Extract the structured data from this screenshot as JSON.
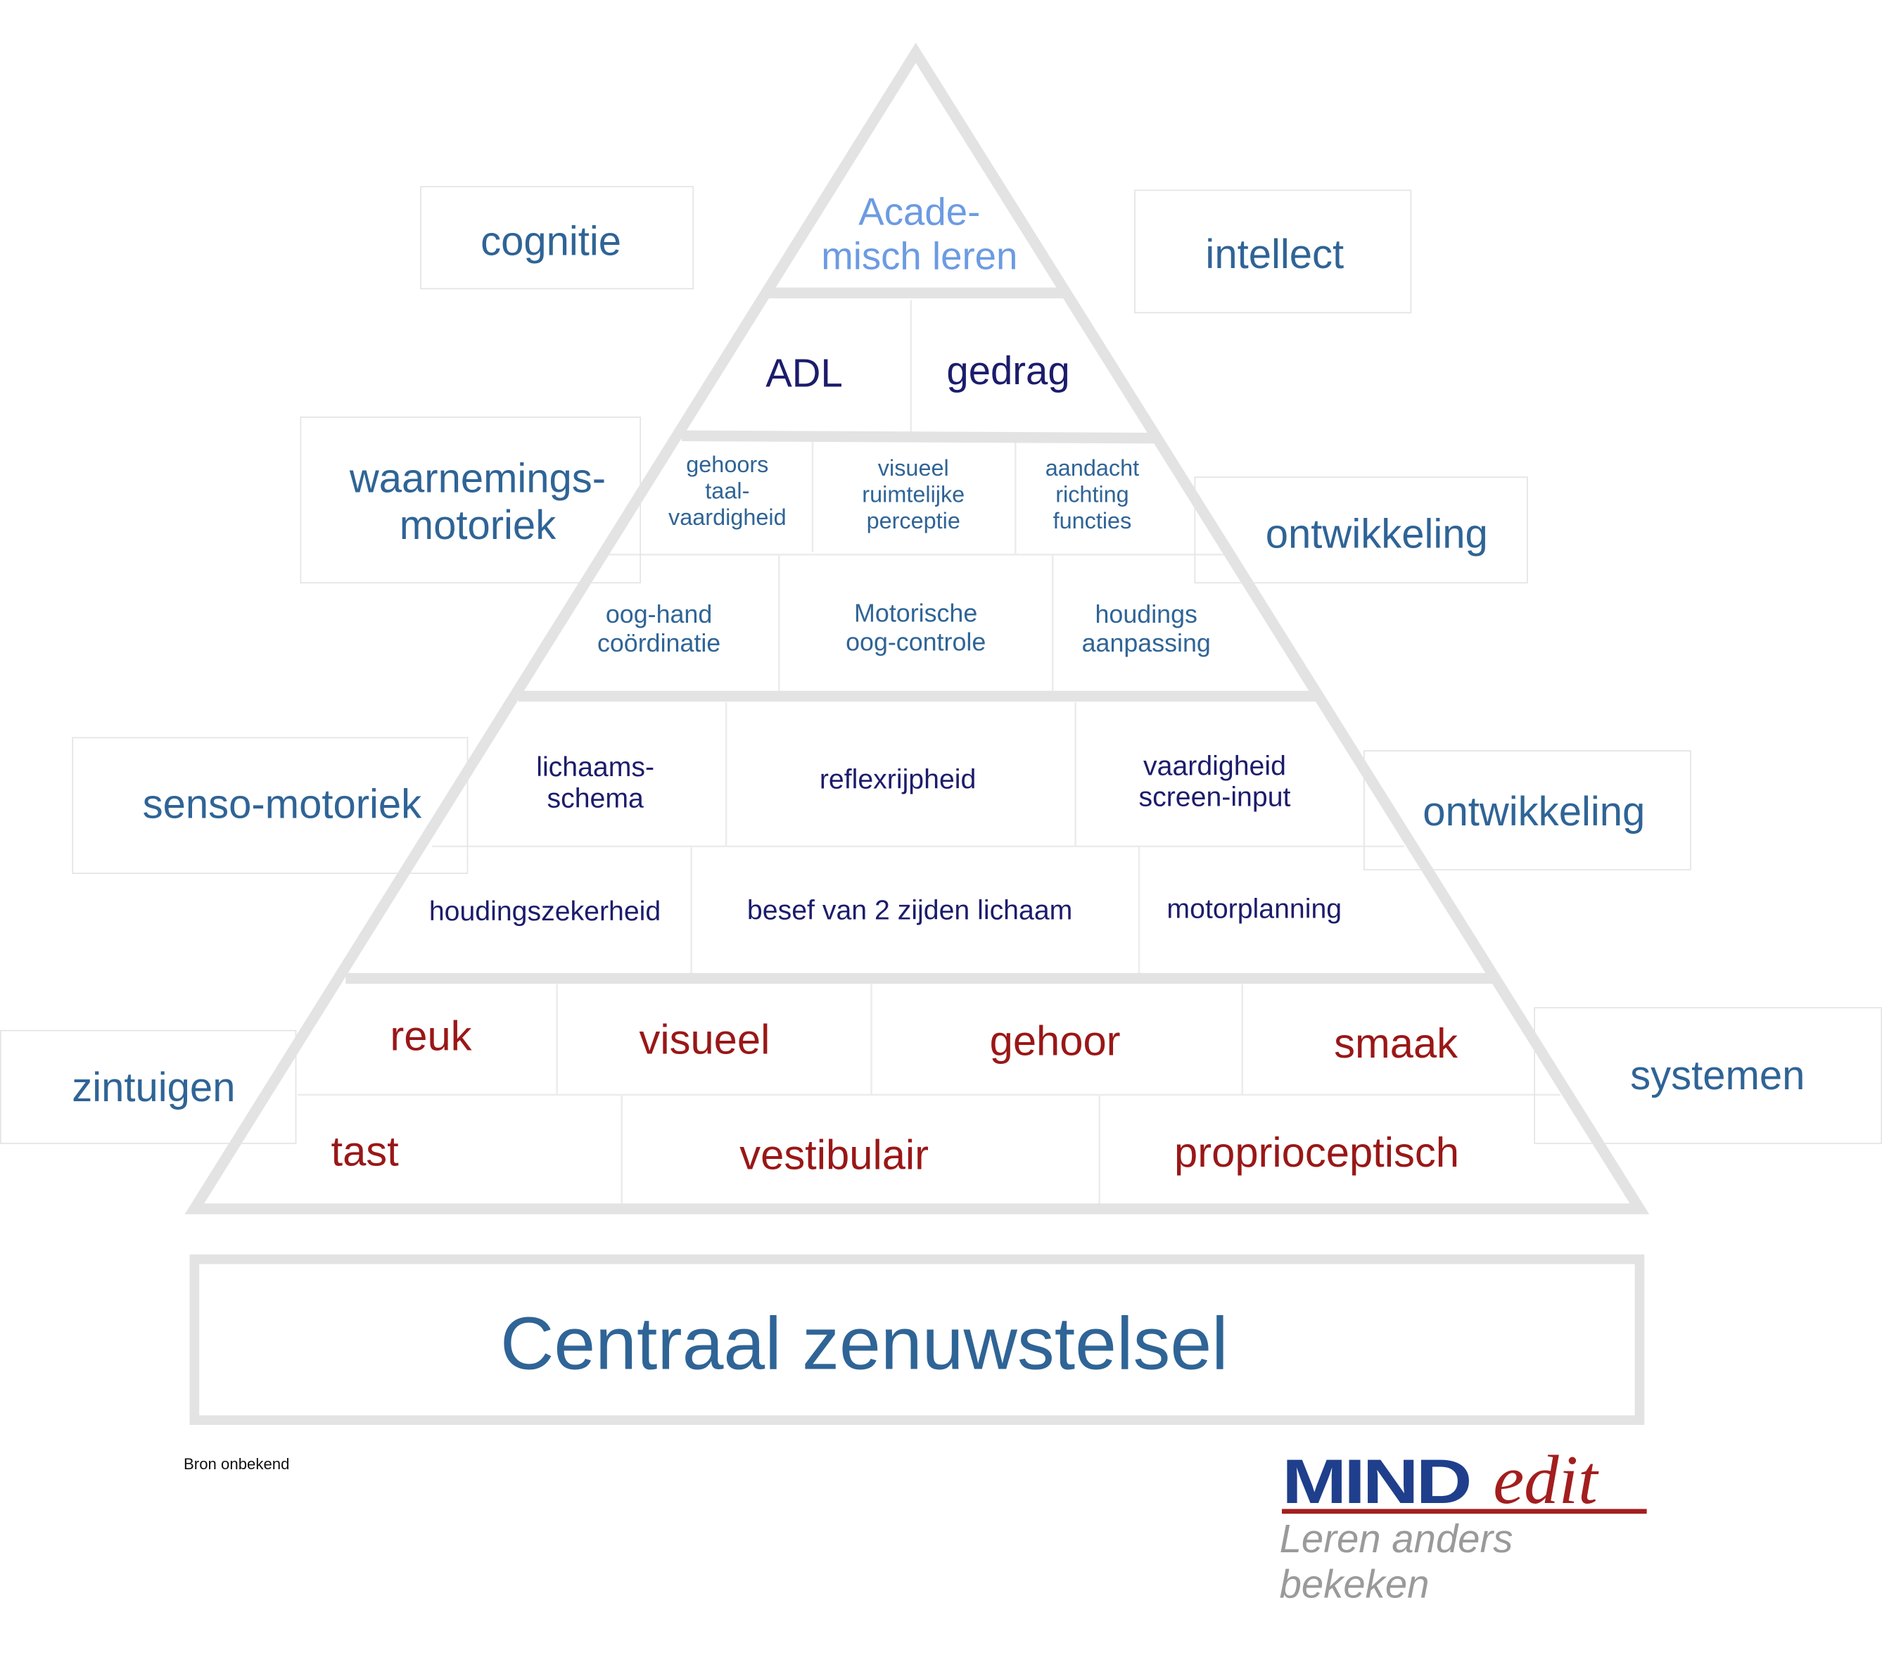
{
  "pyramid": {
    "top": "Acade-\nmisch leren",
    "level2": [
      "ADL",
      "gedrag"
    ],
    "level3": [
      "gehoors\ntaal-\nvaardigheid",
      "visueel\nruimtelijke\nperceptie",
      "aandacht\nrichting\nfuncties"
    ],
    "level4": [
      "oog-hand\ncoördinatie",
      "Motorische\noog-controle",
      "houdings\naanpassing"
    ],
    "level5": [
      "lichaams-\nschema",
      "reflexrijpheid",
      "vaardigheid\nscreen-input"
    ],
    "level6": [
      "houdingszekerheid",
      "besef van 2 zijden lichaam",
      "motorplanning"
    ],
    "senses_row1": [
      "reuk",
      "visueel",
      "gehoor",
      "smaak"
    ],
    "senses_row2": [
      "tast",
      "vestibulair",
      "proprioceptisch"
    ]
  },
  "side_labels": {
    "cognitie": "cognitie",
    "intellect": "intellect",
    "waarnemingsmotoriek": "waarnemings-\nmotoriek",
    "ontwikkeling_1": "ontwikkeling",
    "sensomotoriek": "senso-motoriek",
    "ontwikkeling_2": "ontwikkeling",
    "zintuigen": "zintuigen",
    "systemen": "systemen"
  },
  "foundation": "Centraal zenuwstelsel",
  "source": "Bron onbekend",
  "logo": {
    "mind": "MIND",
    "edit": "edit",
    "tagline": "Leren anders bekeken"
  },
  "colors": {
    "side": "#2f6496",
    "academic": "#6c9be2",
    "navy": "#1c1c6c",
    "red": "#9a1717",
    "frame": "#e3e3e3"
  }
}
